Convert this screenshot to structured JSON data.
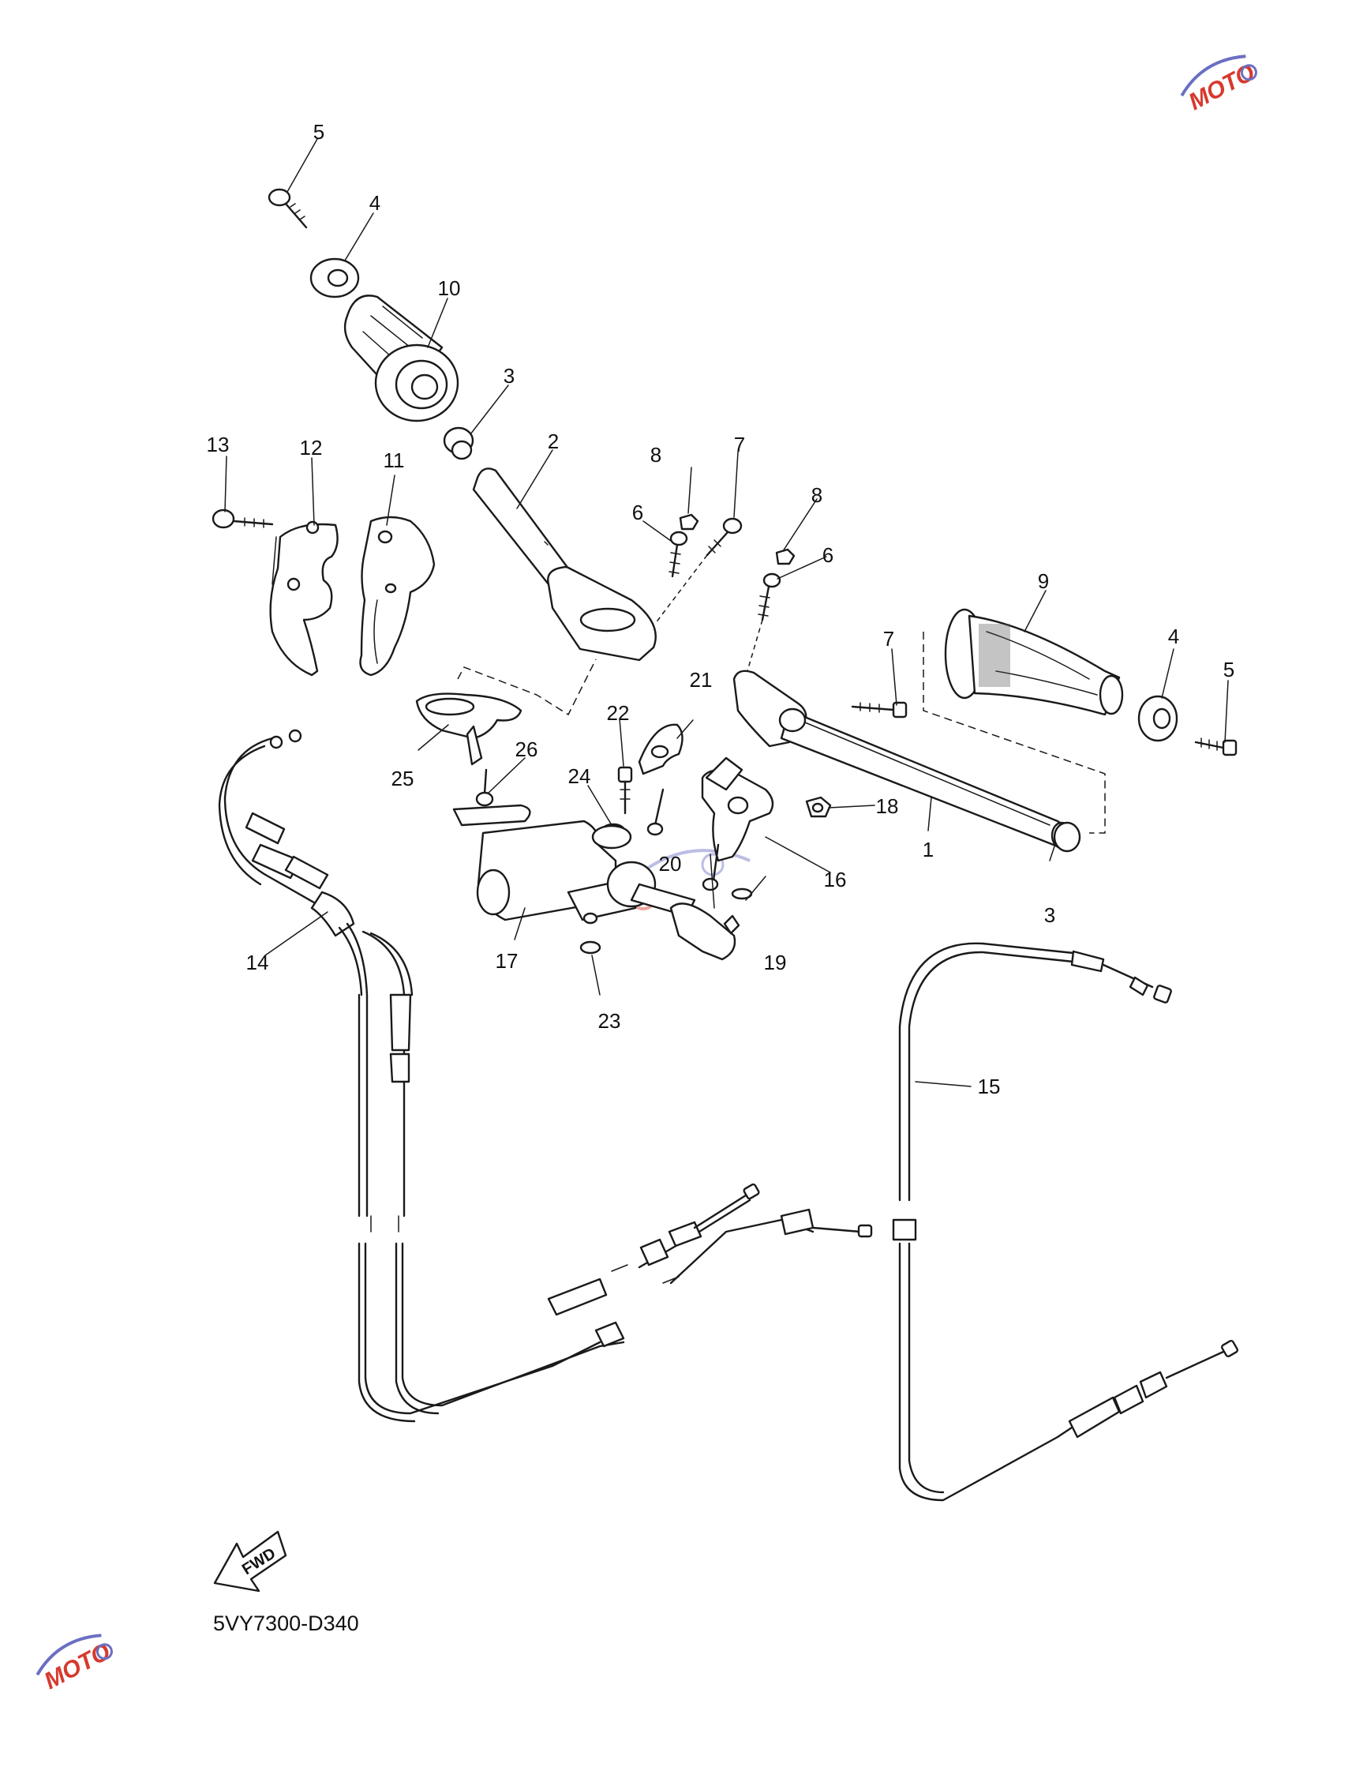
{
  "drawing_code": "5VY7300-D340",
  "fwd_label": "FWD",
  "watermark": {
    "brand": "MOTO",
    "colors": {
      "primary": "#d63a2e",
      "secondary": "#6b6fc2"
    }
  },
  "callouts": [
    {
      "id": "c1",
      "number": "1"
    },
    {
      "id": "c2",
      "number": "2"
    },
    {
      "id": "c3a",
      "number": "3"
    },
    {
      "id": "c3b",
      "number": "3"
    },
    {
      "id": "c4a",
      "number": "4"
    },
    {
      "id": "c4b",
      "number": "4"
    },
    {
      "id": "c5a",
      "number": "5"
    },
    {
      "id": "c5b",
      "number": "5"
    },
    {
      "id": "c6a",
      "number": "6"
    },
    {
      "id": "c6b",
      "number": "6"
    },
    {
      "id": "c7a",
      "number": "7"
    },
    {
      "id": "c7b",
      "number": "7"
    },
    {
      "id": "c8a",
      "number": "8"
    },
    {
      "id": "c8b",
      "number": "8"
    },
    {
      "id": "c9",
      "number": "9"
    },
    {
      "id": "c10",
      "number": "10"
    },
    {
      "id": "c11",
      "number": "11"
    },
    {
      "id": "c12",
      "number": "12"
    },
    {
      "id": "c13",
      "number": "13"
    },
    {
      "id": "c14",
      "number": "14"
    },
    {
      "id": "c15",
      "number": "15"
    },
    {
      "id": "c16",
      "number": "16"
    },
    {
      "id": "c17",
      "number": "17"
    },
    {
      "id": "c18",
      "number": "18"
    },
    {
      "id": "c19",
      "number": "19"
    },
    {
      "id": "c20",
      "number": "20"
    },
    {
      "id": "c21",
      "number": "21"
    },
    {
      "id": "c22",
      "number": "22"
    },
    {
      "id": "c23",
      "number": "23"
    },
    {
      "id": "c24",
      "number": "24"
    },
    {
      "id": "c25",
      "number": "25"
    },
    {
      "id": "c26",
      "number": "26"
    }
  ]
}
